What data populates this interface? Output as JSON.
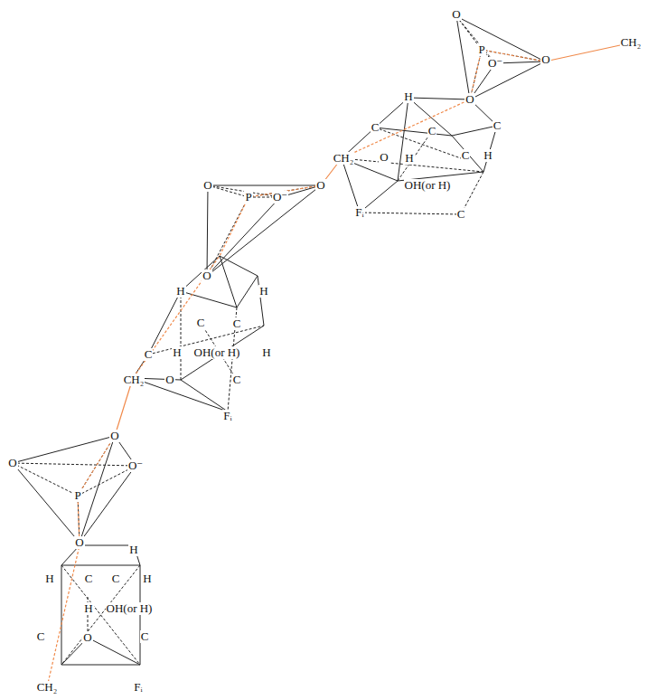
{
  "diagram": {
    "labels": [
      "O",
      "P",
      "O⁻",
      "O",
      "CH₂",
      "O",
      "H",
      "C",
      "C",
      "C",
      "CH₂",
      "O",
      "H",
      "C",
      "H",
      "OH(or H)",
      "Fᵢ",
      "C",
      "O",
      "P",
      "O⁻",
      "O",
      "O",
      "H",
      "H",
      "C",
      "C",
      "C",
      "H",
      "OH(or H)",
      "H",
      "CH₂",
      "O",
      "C",
      "Fᵢ",
      "O",
      "O",
      "O⁻",
      "P",
      "O",
      "H",
      "H",
      "C",
      "C",
      "H",
      "H",
      "OH(or H)",
      "C",
      "O",
      "C",
      "CH₂",
      "Fᵢ"
    ]
  }
}
